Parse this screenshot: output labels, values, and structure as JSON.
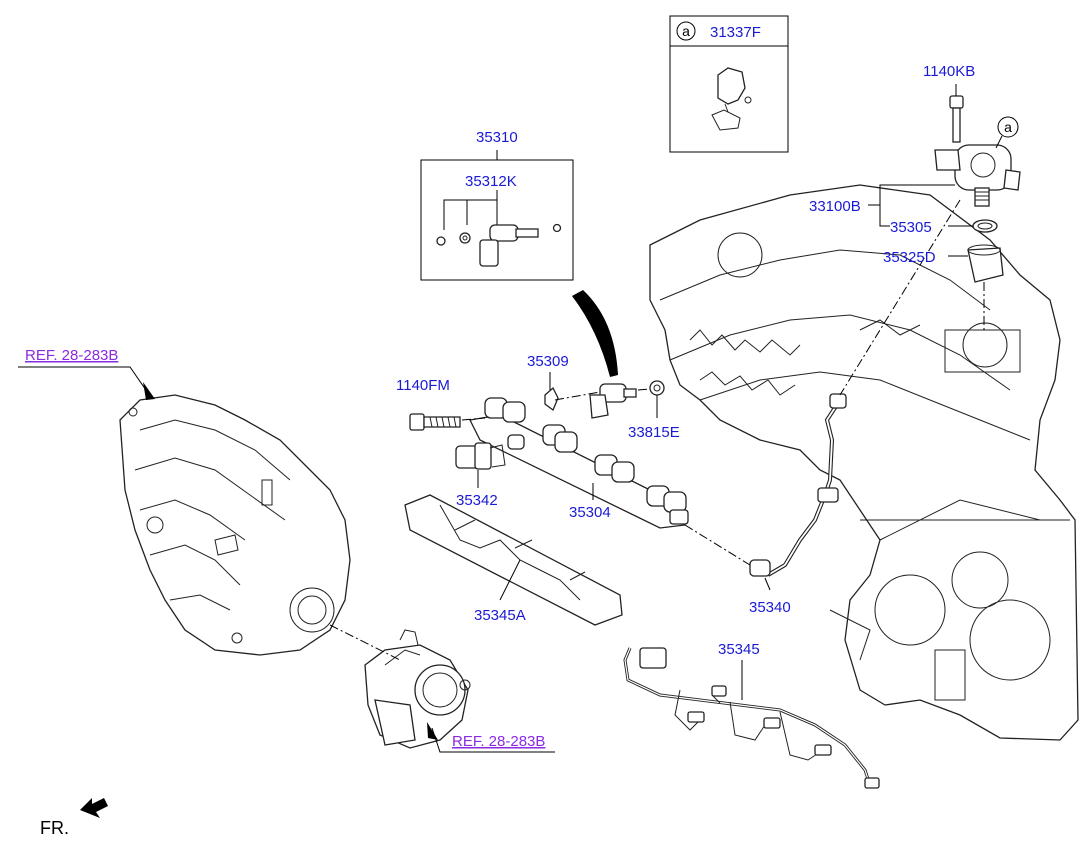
{
  "labels": {
    "part_31337F": "31337F",
    "callout_a_box": "a",
    "callout_a_pump": "a",
    "part_1140KB": "1140KB",
    "part_35310": "35310",
    "part_35312K": "35312K",
    "part_33100B": "33100B",
    "part_35305": "35305",
    "part_35325D": "35325D",
    "part_35309": "35309",
    "part_1140FM": "1140FM",
    "part_33815E": "33815E",
    "part_35342": "35342",
    "part_35304": "35304",
    "part_35345A": "35345A",
    "part_35340": "35340",
    "part_35345": "35345",
    "ref_top": "REF. 28-283B",
    "ref_bottom": "REF. 28-283B",
    "front_label": "FR."
  },
  "colors": {
    "part_number": "#1a1ad6",
    "reference": "#8a2be2",
    "line": "#222222"
  },
  "icons": {
    "front_arrow": "arrow-icon",
    "callout": "circle-letter-icon"
  }
}
